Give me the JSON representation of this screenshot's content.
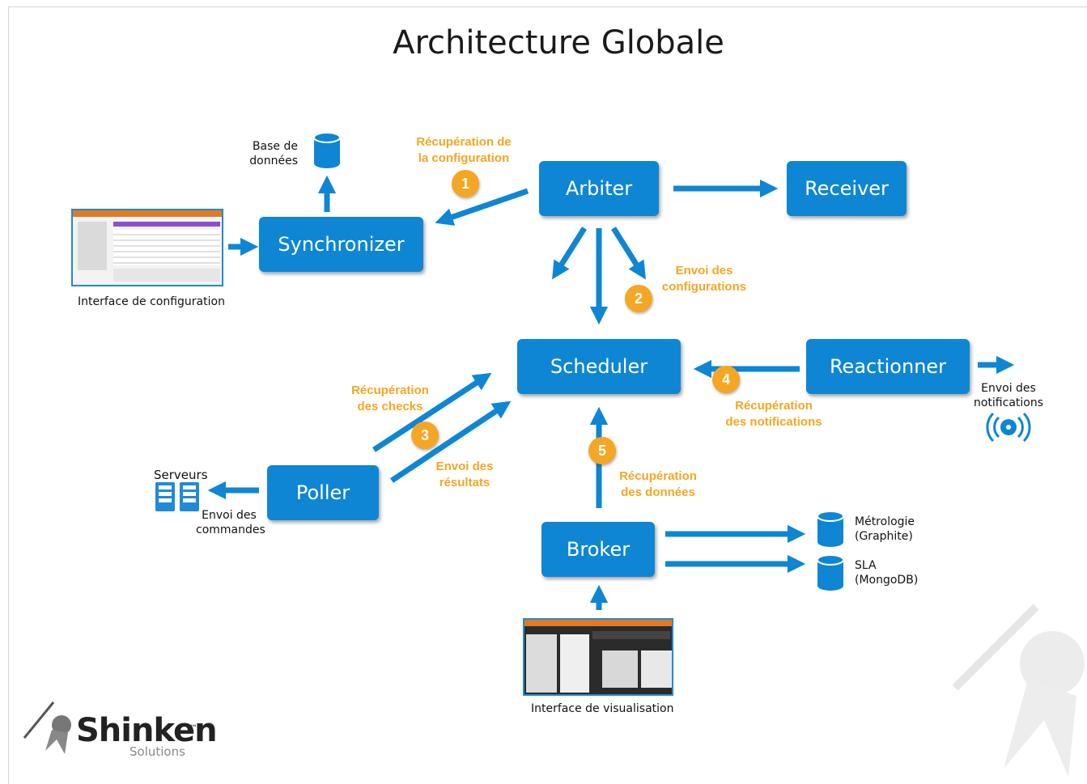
{
  "title": "Architecture Globale",
  "colors": {
    "node": "#0e86d4",
    "accent": "#f5a623"
  },
  "nodes": {
    "arbiter": "Arbiter",
    "receiver": "Receiver",
    "synchronizer": "Synchronizer",
    "scheduler": "Scheduler",
    "reactionner": "Reactionner",
    "poller": "Poller",
    "broker": "Broker"
  },
  "steps": [
    "1",
    "2",
    "3",
    "4",
    "5"
  ],
  "annotations": {
    "config_fetch": [
      "Récupération de",
      "la configuration"
    ],
    "config_send": [
      "Envoi des",
      "configurations"
    ],
    "checks_fetch": [
      "Récupération",
      "des checks"
    ],
    "results_send": [
      "Envoi des",
      "résultats"
    ],
    "notif_fetch": [
      "Récupération",
      "des notifications"
    ],
    "data_fetch": [
      "Récupération",
      "des données"
    ]
  },
  "labels": {
    "database": [
      "Base de",
      "données"
    ],
    "config_ui": "Interface de configuration",
    "servers": "Serveurs",
    "commands": [
      "Envoi des",
      "commandes"
    ],
    "notifications": [
      "Envoi des",
      "notifications"
    ],
    "metrology": [
      "Métrologie",
      "(Graphite)"
    ],
    "sla": [
      "SLA",
      "(MongoDB)"
    ],
    "visual_ui": "Interface de visualisation"
  },
  "icons": [
    "database-icon",
    "server-icon",
    "broadcast-icon",
    "screenshot-icon",
    "shinken-logo"
  ],
  "logo": {
    "name": "Shinken",
    "tm": "™",
    "sub": "Solutions"
  }
}
